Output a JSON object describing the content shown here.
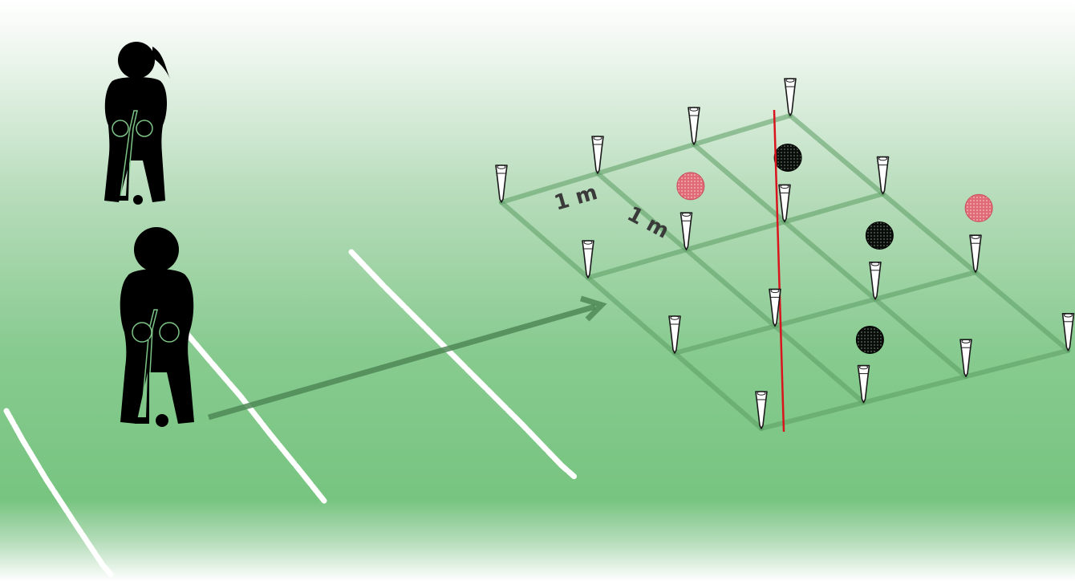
{
  "labels": {
    "width_label": "1 m",
    "depth_label": "1 m"
  },
  "colors": {
    "field_top": "#ffffff",
    "field_mid": "#7dc586",
    "grid_line": "#5b9c63",
    "chalk": "#ffffff",
    "arrow": "#4f8856",
    "red_line": "#d9141c",
    "black_ball": "#111111",
    "red_ball": "#e0707a",
    "figure": "#000000"
  },
  "icons": {
    "player_girl": "girl-golfer-icon",
    "player_boy": "boy-golfer-icon",
    "tee": "tee-marker-icon",
    "ball": "golf-ball-icon"
  },
  "grid": {
    "columns": 3,
    "rows": 3,
    "cell_size_m": 1,
    "balls": [
      {
        "col": 1,
        "row": 0,
        "color": "red"
      },
      {
        "col": 2,
        "row": 0,
        "color": "black"
      },
      {
        "col": 2,
        "row": 1,
        "color": "black"
      },
      {
        "col": 3,
        "row": 1,
        "color": "red"
      },
      {
        "col": 1,
        "row": 2,
        "color": "black"
      }
    ]
  }
}
